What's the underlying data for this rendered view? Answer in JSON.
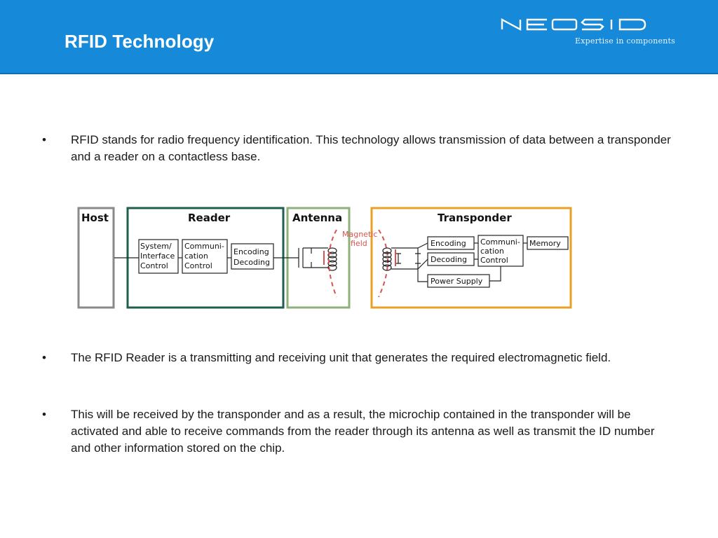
{
  "header": {
    "title": "RFID Technology",
    "logo_text": "NEOSID",
    "tagline": "Expertise in components"
  },
  "bullets": [
    {
      "symbol": "•",
      "text": "RFID stands for radio frequency identification. This technology allows transmission of data between a transponder and a reader on a contactless base."
    },
    {
      "symbol": "•",
      "text": "The RFID Reader is a transmitting and receiving unit that generates the required electromagnetic field."
    },
    {
      "symbol": "•",
      "text": "This will be received by the transponder and as a result, the microchip contained in the transponder will be activated and able to receive commands from the reader through its antenna as well as transmit the ID number and other information stored on the chip."
    }
  ],
  "diagram": {
    "sections": {
      "host": "Host",
      "reader": "Reader",
      "antenna": "Antenna",
      "transponder": "Transponder"
    },
    "reader_blocks": {
      "system_interface_control": [
        "System/",
        "Interface",
        "Control"
      ],
      "communication_control": [
        "Communi-",
        "cation",
        "Control"
      ],
      "encoding_decoding": [
        "Encoding",
        "Decoding"
      ]
    },
    "magnetic_field": [
      "Magnetic",
      "field"
    ],
    "transponder_blocks": {
      "encoding": "Encoding",
      "decoding": "Decoding",
      "communication_control": [
        "Communi-",
        "cation",
        "Control"
      ],
      "memory": "Memory",
      "power_supply": "Power Supply"
    },
    "colors": {
      "header_blue": "#1689d9",
      "host_border": "#8a8a8a",
      "reader_border": "#1f5f4e",
      "antenna_border": "#8fb07a",
      "transponder_border": "#e8a024",
      "magnetic_field": "#d9534f"
    }
  }
}
